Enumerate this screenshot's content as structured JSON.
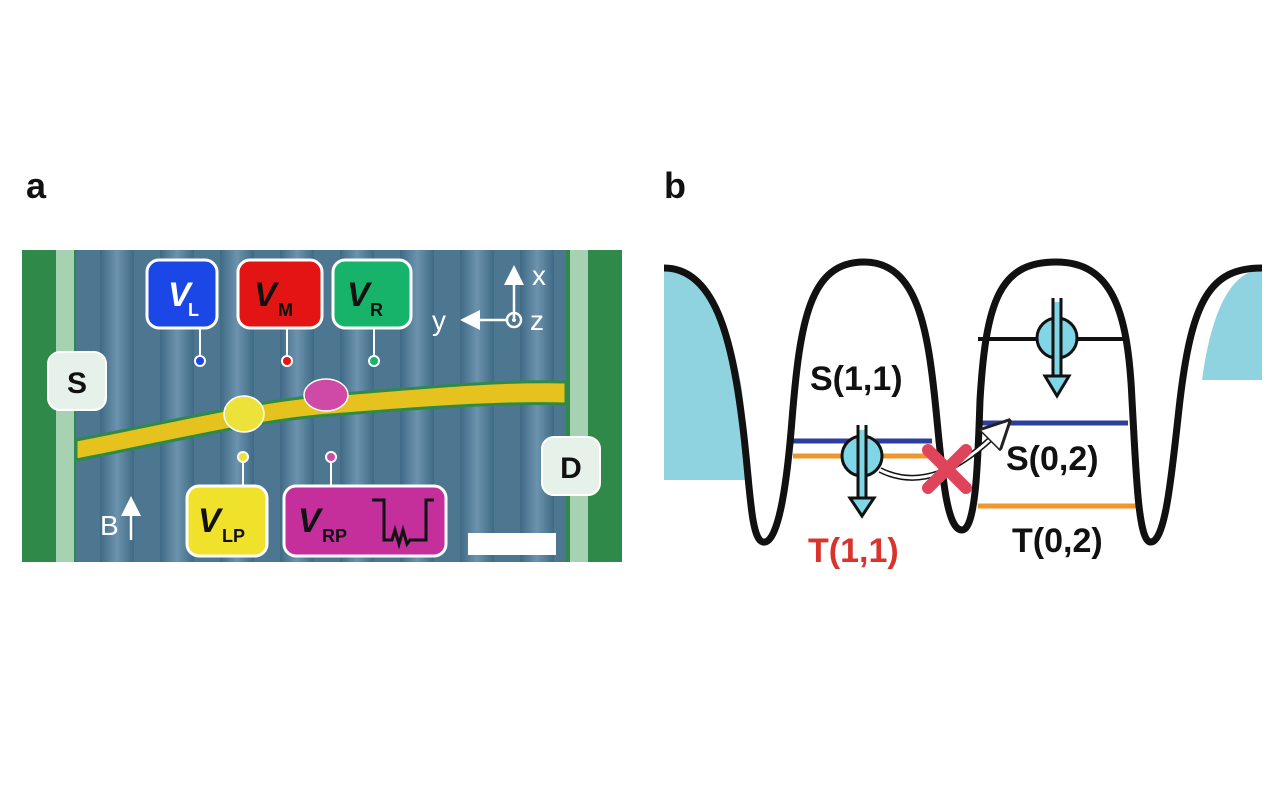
{
  "panel_a": {
    "label": "a",
    "gates_top": [
      {
        "main": "V",
        "sub": "L",
        "color": "#1a47e6"
      },
      {
        "main": "V",
        "sub": "M",
        "color": "#e31414"
      },
      {
        "main": "V",
        "sub": "R",
        "color": "#17b36a"
      }
    ],
    "gates_bottom": [
      {
        "main": "V",
        "sub": "LP",
        "color": "#f0e22a"
      },
      {
        "main": "V",
        "sub": "RP",
        "color": "#c42f9c"
      }
    ],
    "source_label": "S",
    "drain_label": "D",
    "field_label": "B",
    "axes": {
      "x": "x",
      "y": "y",
      "z": "z"
    }
  },
  "panel_b": {
    "label": "b",
    "states": {
      "s11": "S(1,1)",
      "t11": "T(1,1)",
      "s02": "S(0,2)",
      "t02": "T(0,2)"
    },
    "colors": {
      "singlet_level": "#2c3f9c",
      "triplet_level": "#f0962a",
      "t11_text": "#d9342b",
      "blocked_mark": "#e0445a",
      "reservoir": "#8fd3e0",
      "spin": "#7fd6e6"
    }
  }
}
